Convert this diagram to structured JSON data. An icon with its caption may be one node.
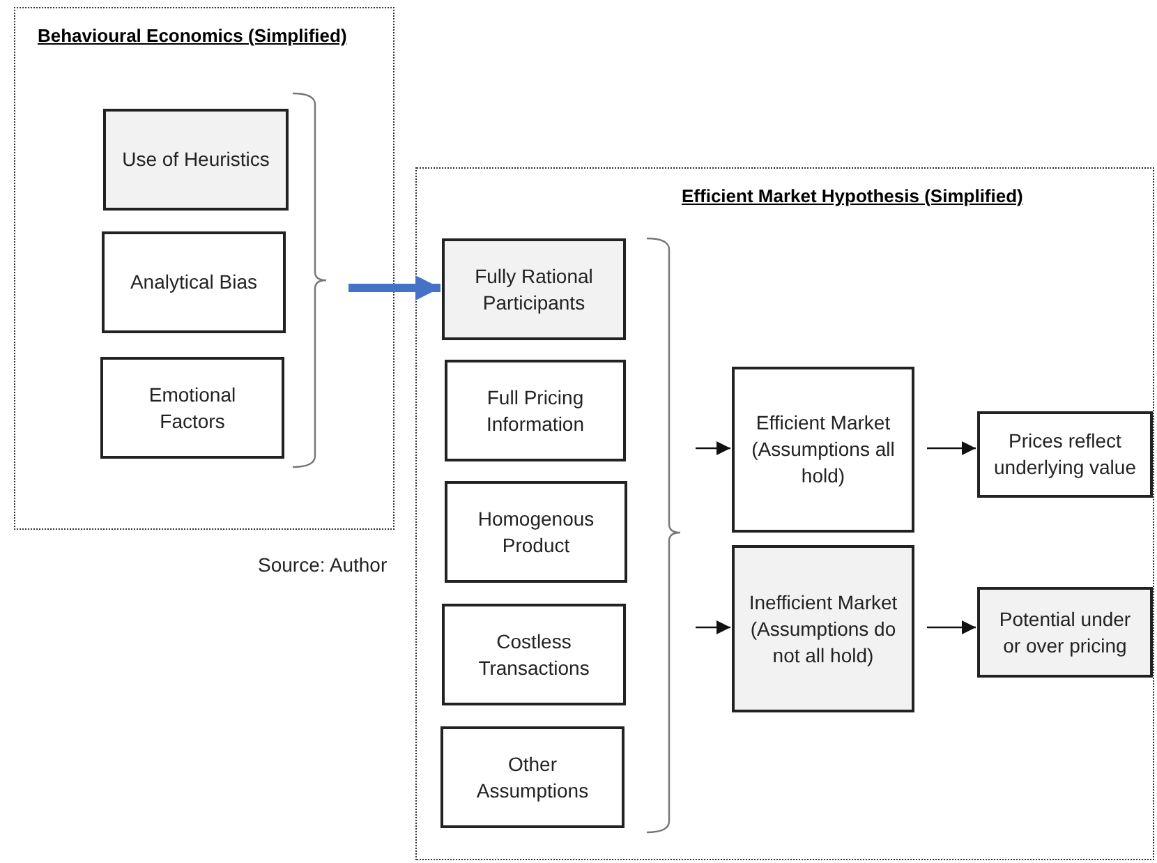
{
  "diagram": {
    "nodes": [
      {
        "text": [
          "Behavioural Economics (Simplified)"
        ]
      },
      {
        "text": [
          "Use of Heuristics"
        ],
        "in": 0
      },
      {
        "text": [
          "Analytical Bias"
        ],
        "in": 0
      },
      {
        "text": [
          "Emotional Factors"
        ],
        "in": 0
      },
      {
        "text": [
          "Efficient Market Hypothesis (Simplified)"
        ]
      },
      {
        "text": [
          "Fully Rational Participants"
        ],
        "in": 4
      },
      {
        "text": [
          "Full Pricing Information"
        ],
        "in": 4
      },
      {
        "text": [
          "Homogenous Product"
        ],
        "in": 4
      },
      {
        "text": [
          "Costless Transactions"
        ],
        "in": 4
      },
      {
        "text": [
          "Other Assumptions"
        ],
        "in": 4
      },
      {
        "text": [
          "Efficient Market (Assumptions all hold)"
        ],
        "in": 4
      },
      {
        "text": [
          "Inefficient Market (Assumptions do not all hold)"
        ],
        "in": 4
      },
      {
        "text": [
          "Prices reflect underlying value"
        ],
        "in": 4
      },
      {
        "text": [
          "Potential under or over pricing"
        ],
        "in": 4
      }
    ],
    "edges": [
      {
        "from": null,
        "to": 5,
        "arrow": "to",
        "style": "thick",
        "color": "#4472c4"
      },
      {
        "from": null,
        "to": 10,
        "arrow": "to"
      },
      {
        "from": null,
        "to": 11,
        "arrow": "to"
      },
      {
        "from": 10,
        "to": 12,
        "arrow": "to"
      },
      {
        "from": 11,
        "to": 13,
        "arrow": "to"
      }
    ],
    "labels": [
      "Source: Author"
    ]
  }
}
